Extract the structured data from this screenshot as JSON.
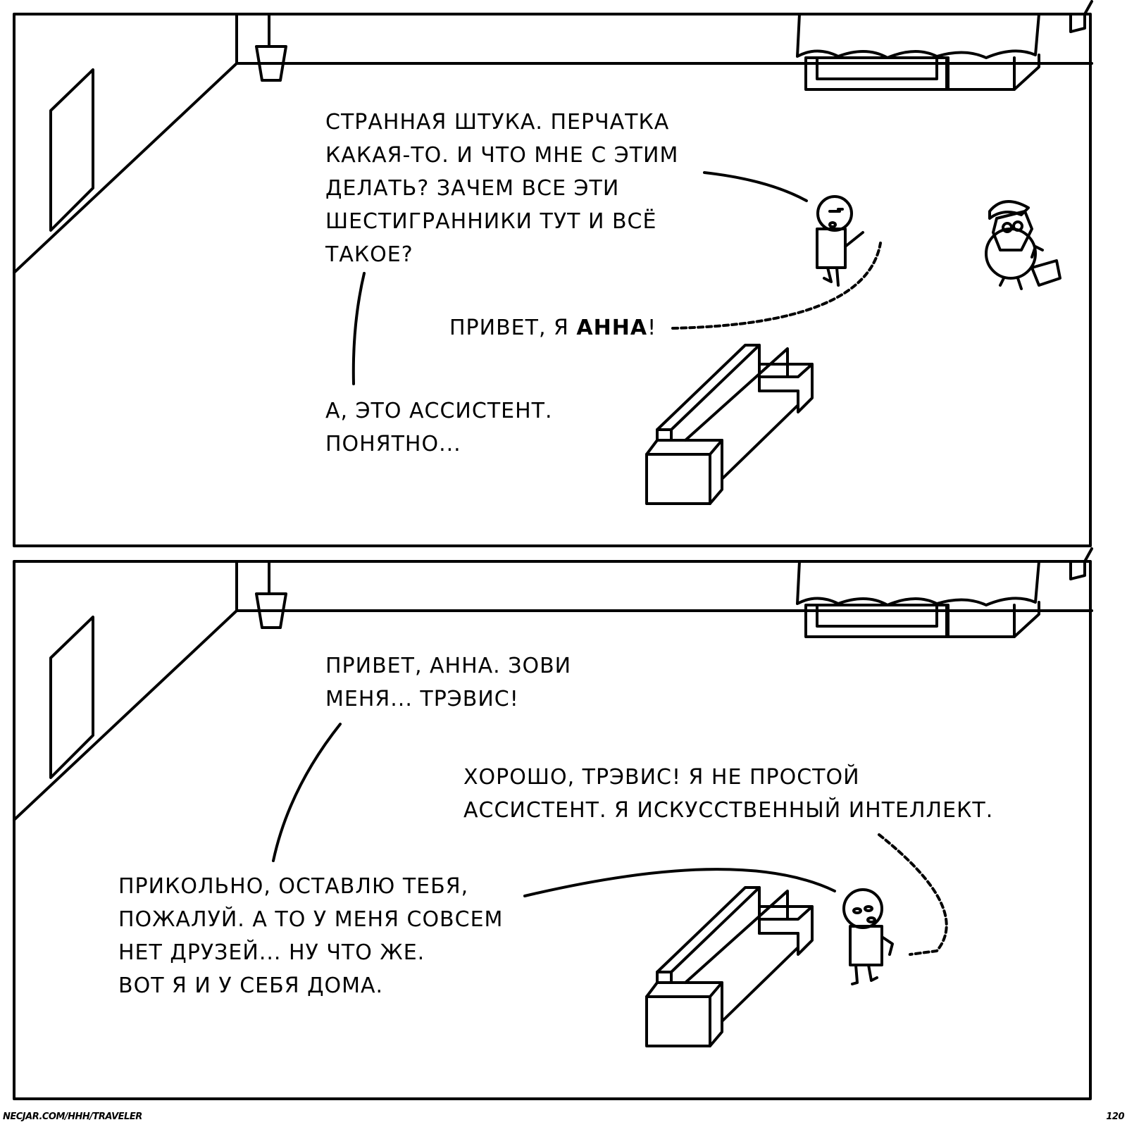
{
  "panel1": {
    "line1": "Странная штука. Перчатка\nкакая-то. И что мне с этим\nделать? Зачем все эти\nшестигранники тут и всё\nтакое?",
    "greeting_prefix": "Привет, я ",
    "greeting_name": "Анна",
    "greeting_suffix": "!",
    "line3": "А, это ассистент.\nпонятно..."
  },
  "panel2": {
    "line1": "Привет, Анна. Зови\nменя... Трэвис!",
    "line2": "Хорошо, Трэвис! Я не простой\nассистент. Я искусственный интеллект.",
    "line3": "Прикольно, оставлю тебя,\nпожалуй. А то у меня совсем\nнет друзей... Ну что же.\nВот я и у себя дома."
  },
  "footer": {
    "url": "NECJAR.COM/HHH/TRAVELER",
    "page": "120"
  }
}
